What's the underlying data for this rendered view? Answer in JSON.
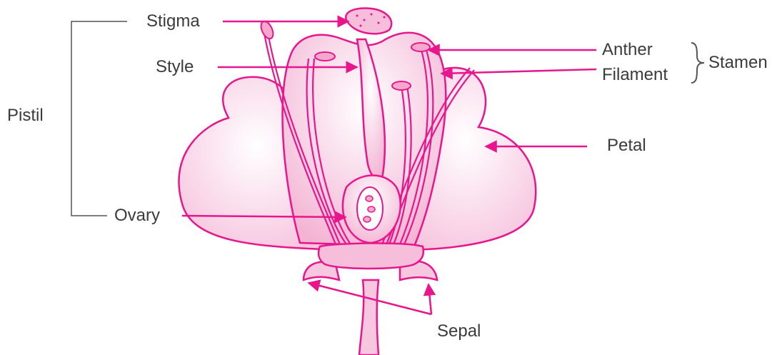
{
  "labels": {
    "stigma": "Stigma",
    "style": "Style",
    "pistil": "Pistil",
    "ovary": "Ovary",
    "anther": "Anther",
    "filament": "Filament",
    "stamen": "Stamen",
    "petal": "Petal",
    "sepal": "Sepal"
  },
  "colors": {
    "outline": "#e8168c",
    "fill_light": "#fbe3ef",
    "fill_mid": "#f6bedb",
    "text": "#3b3b3b",
    "bracket": "#555555"
  }
}
